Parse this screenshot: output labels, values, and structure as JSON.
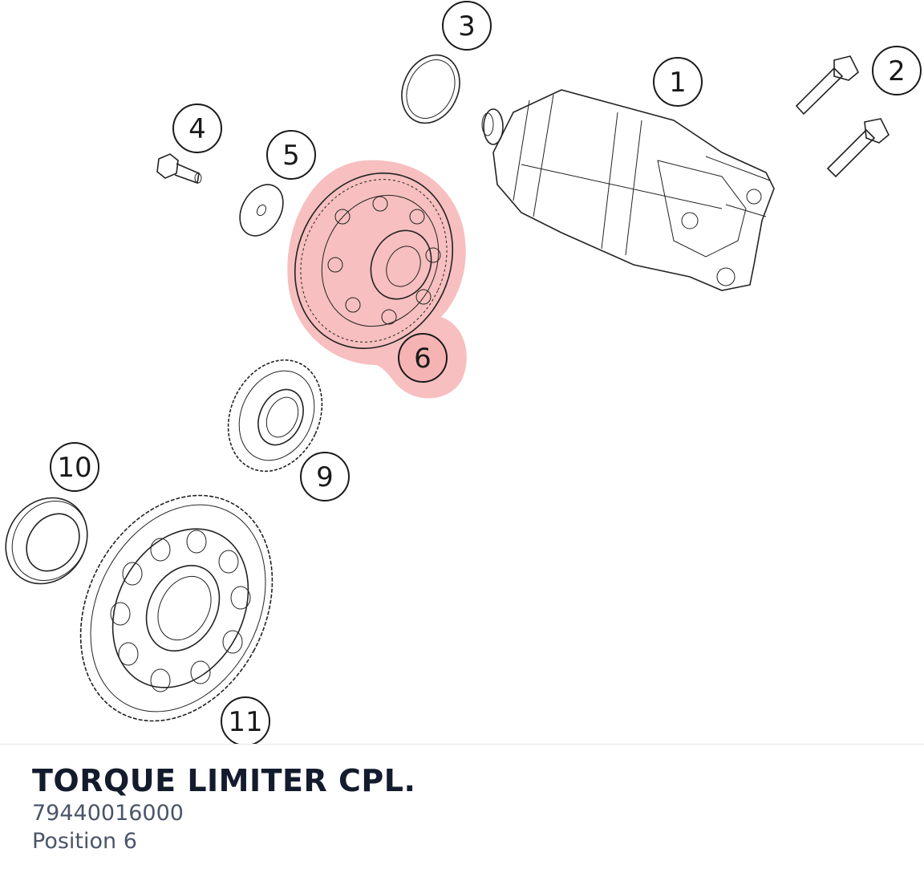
{
  "part": {
    "name": "TORQUE LIMITER CPL.",
    "number": "79440016000",
    "position": "Position 6"
  },
  "callouts": [
    "1",
    "2",
    "3",
    "4",
    "5",
    "6",
    "9",
    "10",
    "11"
  ],
  "highlight": {
    "position": "6",
    "color": "#f08080"
  }
}
